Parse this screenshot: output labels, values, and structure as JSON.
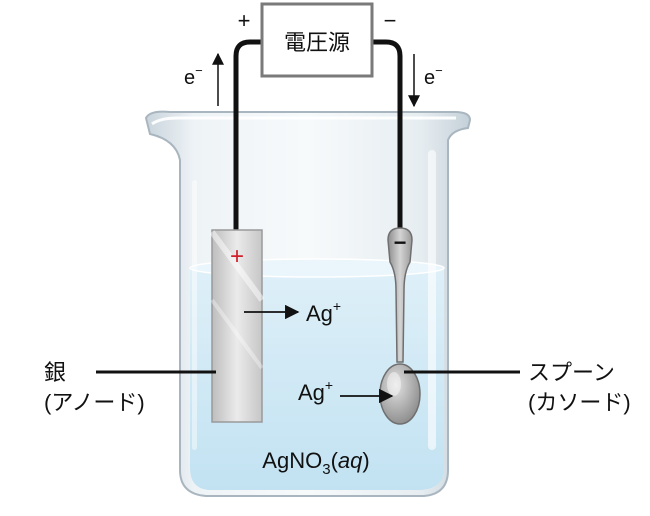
{
  "voltage_source": {
    "label": "電圧源",
    "plus": "+",
    "minus": "−"
  },
  "electron_left": {
    "base": "e",
    "sup": "−"
  },
  "electron_right": {
    "base": "e",
    "sup": "−"
  },
  "anode_mark": "+",
  "cathode_mark": "−",
  "silver": {
    "line1": "銀",
    "line2": "(アノード)"
  },
  "spoon": {
    "line1": "スプーン",
    "line2": "(カソード)"
  },
  "ion_top": {
    "base": "Ag",
    "sup": "+"
  },
  "ion_bottom": {
    "base": "Ag",
    "sup": "+"
  },
  "solution": {
    "part1": "AgNO",
    "sub": "3",
    "part2": "(",
    "italic": "aq",
    "part3": ")"
  },
  "colors": {
    "wire": "#111111",
    "anode_mark": "#d0202a",
    "solution": "#cde8f4",
    "glass": "#dde6ec"
  }
}
